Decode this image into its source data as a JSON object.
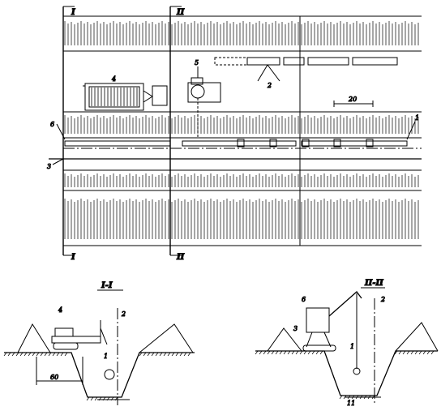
{
  "plan": {
    "section_marks": [
      "I",
      "I",
      "II",
      "II"
    ],
    "callouts": [
      "4",
      "6",
      "3",
      "5",
      "1",
      "2"
    ],
    "dimension": "20"
  },
  "section_I": {
    "title": "I-I",
    "callouts": [
      "4",
      "1",
      "2"
    ],
    "dimension": "60"
  },
  "section_II": {
    "title": "II-II",
    "callouts": [
      "6",
      "3",
      "1",
      "2"
    ],
    "dimension": "11"
  },
  "colors": {
    "ink": "#000000",
    "paper": "#ffffff"
  }
}
